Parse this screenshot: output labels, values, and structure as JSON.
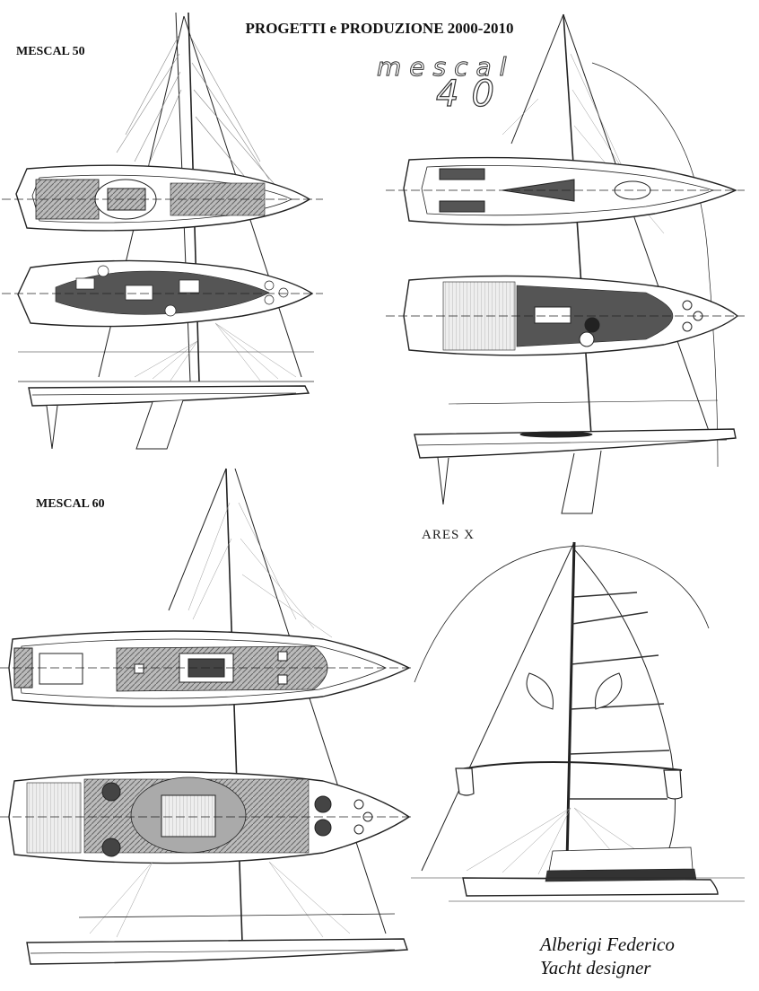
{
  "title": "PROGETTI e PRODUZIONE 2000-2010",
  "boats": [
    {
      "name": "MESCAL 50"
    },
    {
      "name": "mescal",
      "name2": "40"
    },
    {
      "name": "MESCAL 60"
    },
    {
      "name": "ARES X"
    }
  ],
  "signature": {
    "line1": "Alberigi Federico",
    "line2": "Yacht designer"
  }
}
